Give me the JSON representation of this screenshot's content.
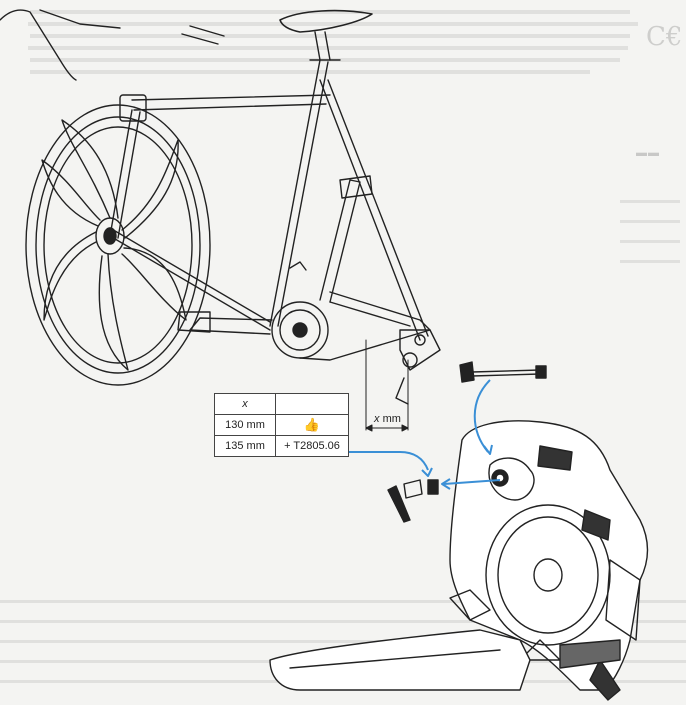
{
  "table": {
    "header": "x",
    "rows": [
      {
        "size": "130 mm",
        "part": "",
        "icon": "thumbs-up-icon"
      },
      {
        "size": "135 mm",
        "part": "+ T2805.06"
      }
    ]
  },
  "dimension": {
    "var": "x",
    "unit": "mm"
  },
  "colors": {
    "arrow": "#3a8fd6",
    "line": "#222222",
    "paper": "#f4f4f2"
  }
}
